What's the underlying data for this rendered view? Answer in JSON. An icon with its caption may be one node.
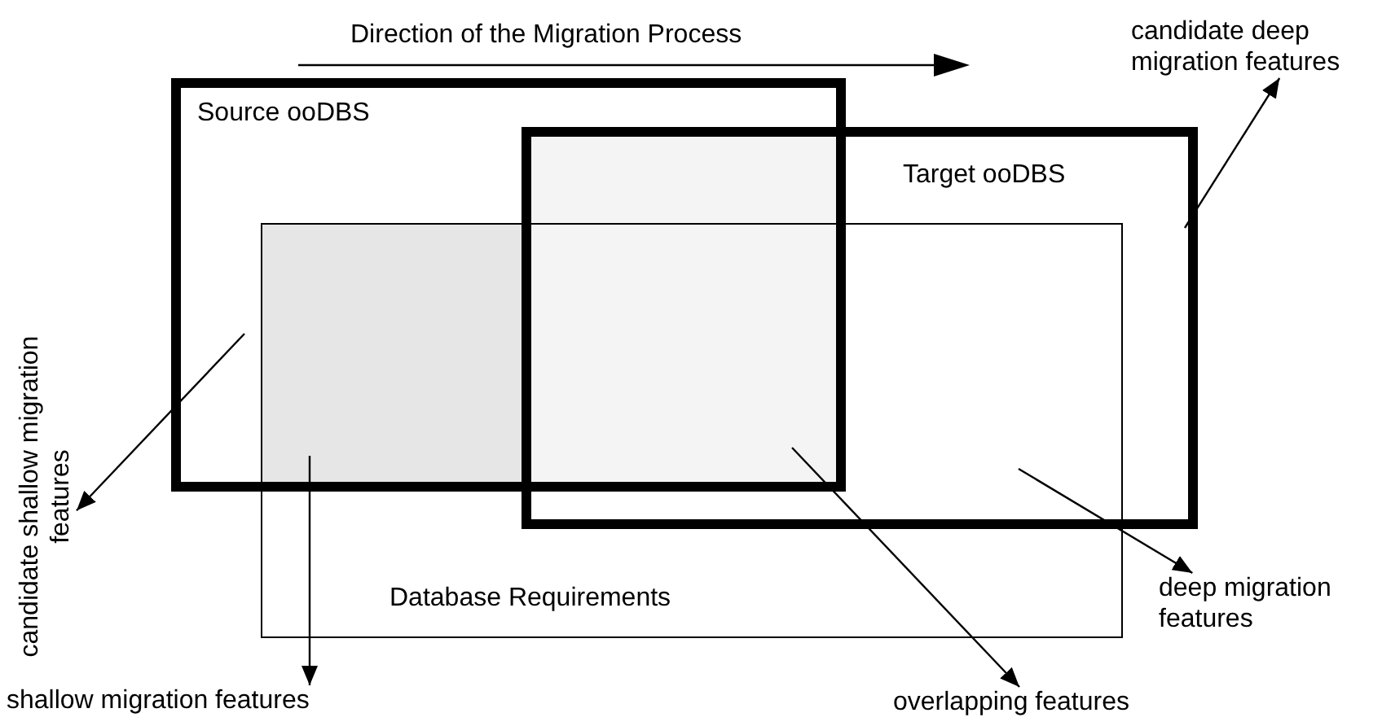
{
  "diagram": {
    "nodes": [
      {
        "text": [
          "Source ooDBS"
        ]
      },
      {
        "text": [
          "candidate deep migration features"
        ]
      },
      {
        "text": [
          "Target ooDBS"
        ]
      },
      {
        "text": [
          "candidate shallow migration features"
        ]
      },
      {
        "text": [
          "Database Requirements"
        ]
      },
      {
        "text": [
          "deep migration features"
        ]
      },
      {
        "text": [
          "shallow migration features"
        ]
      },
      {
        "text": [
          "overlapping features"
        ]
      },
      {
        "text": [],
        "shape": "box"
      },
      {
        "text": [],
        "shape": "box"
      }
    ],
    "edges": [
      {
        "from": 2,
        "to": 1,
        "arrow": "to"
      },
      {
        "from": 0,
        "to": 3,
        "arrow": "to"
      },
      {
        "from": 4,
        "to": 5,
        "arrow": "to"
      },
      {
        "from": 8,
        "to": 6,
        "arrow": "to"
      },
      {
        "from": 9,
        "to": 7,
        "arrow": "to"
      }
    ],
    "labels": [
      "Direction of the Migration Process"
    ]
  }
}
